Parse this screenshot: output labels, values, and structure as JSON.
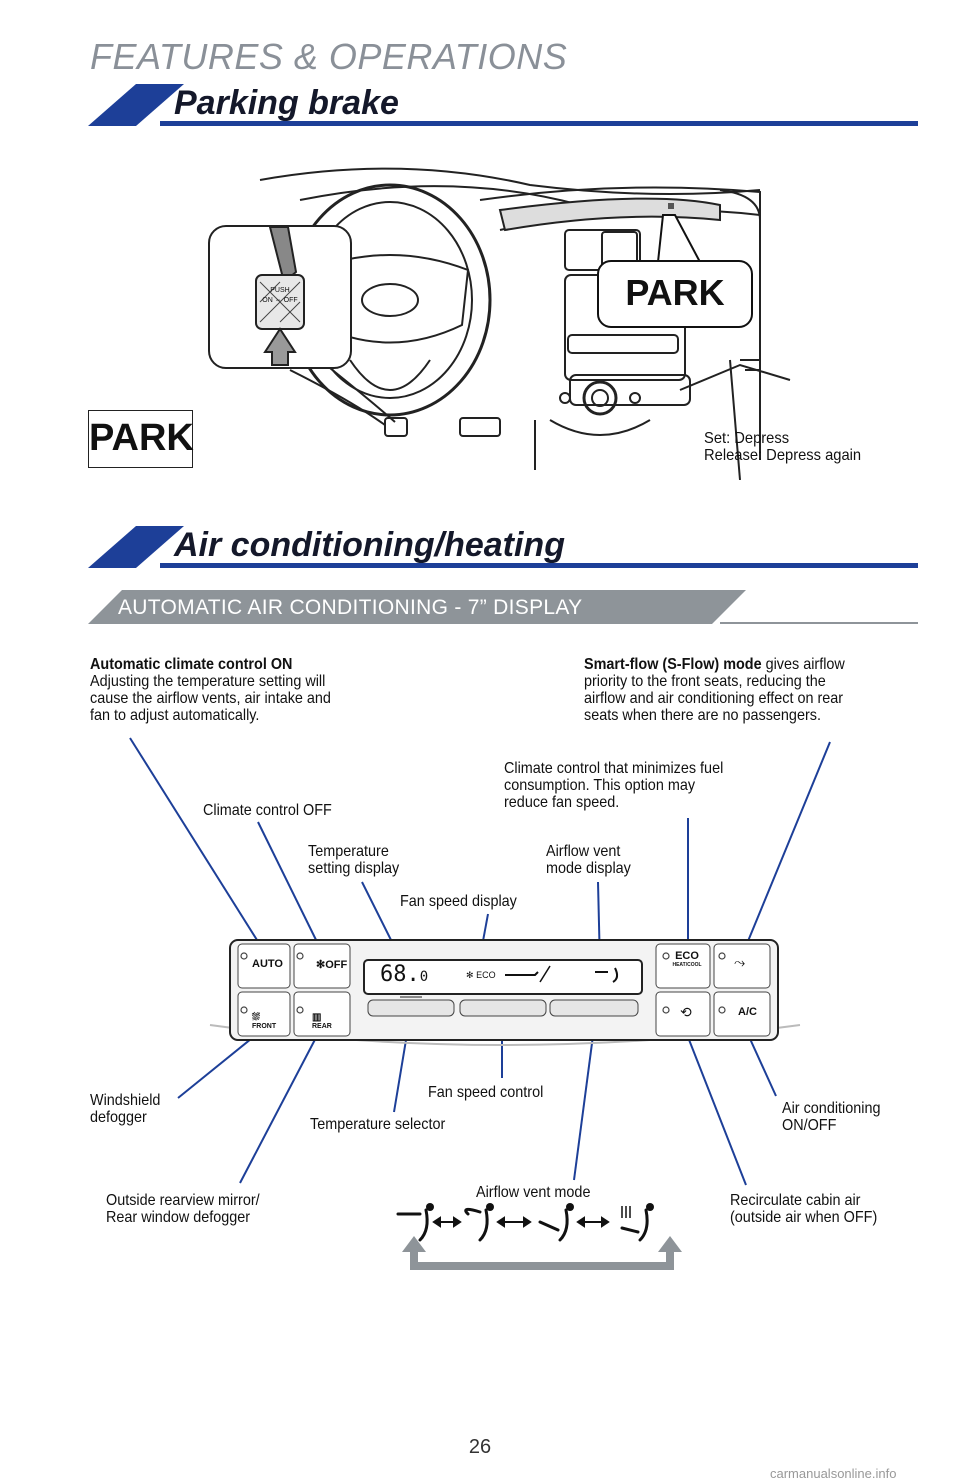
{
  "header": {
    "section": "FEATURES & OPERATIONS"
  },
  "parking_brake": {
    "title": "Parking brake",
    "park_indicator": "PARK",
    "park_display": "PARK",
    "pedal_text_top": "PUSH",
    "pedal_text_bottom": "ON ⇔ OFF",
    "instructions": [
      "Set: Depress",
      "Release: Depress again"
    ]
  },
  "air_conditioning": {
    "title": "Air conditioning/heating",
    "subtitle": "AUTOMATIC AIR CONDITIONING - 7” DISPLAY",
    "auto_on": {
      "heading": "Automatic climate control ON",
      "lines": [
        "Adjusting the temperature setting will",
        "cause the airflow vents, air intake and",
        "fan to adjust automatically."
      ]
    },
    "s_flow": {
      "heading": "Smart-flow (S-Flow) mode",
      "first_rest": " gives airflow",
      "lines": [
        "priority to the front seats, reducing the",
        "airflow and air conditioning effect on rear",
        "seats when there are no passengers."
      ]
    },
    "eco_note": [
      "Climate control that minimizes fuel",
      "consumption. This option may",
      "reduce fan speed."
    ],
    "callouts": {
      "climate_off": [
        "Climate control OFF"
      ],
      "temp_display": [
        "Temperature",
        "setting display"
      ],
      "airflow_display": [
        "Airflow vent",
        "mode display"
      ],
      "fan_display": [
        "Fan speed display"
      ],
      "windshield": [
        "Windshield",
        "defogger"
      ],
      "fan_control": [
        "Fan speed control"
      ],
      "temp_selector": [
        "Temperature selector"
      ],
      "ac_onoff": [
        "Air conditioning",
        "ON/OFF"
      ],
      "mirror_rear": [
        "Outside rearview mirror/",
        "Rear window defogger"
      ],
      "airflow_mode": [
        "Airflow vent mode"
      ],
      "recirc": [
        "Recirculate cabin air",
        "(outside air when OFF)"
      ]
    },
    "panel": {
      "auto_label": "AUTO",
      "off_label": "OFF",
      "front_label": "FRONT",
      "rear_label": "REAR",
      "temp_value": "68.",
      "temp_decimal": "0",
      "eco_display": "ECO",
      "eco_button": "ECO",
      "eco_button_sub": "HEAT/COOL",
      "ac_label": "A/C"
    }
  },
  "footer": {
    "page_number": "26",
    "watermark": "carmanualsonline.info"
  }
}
